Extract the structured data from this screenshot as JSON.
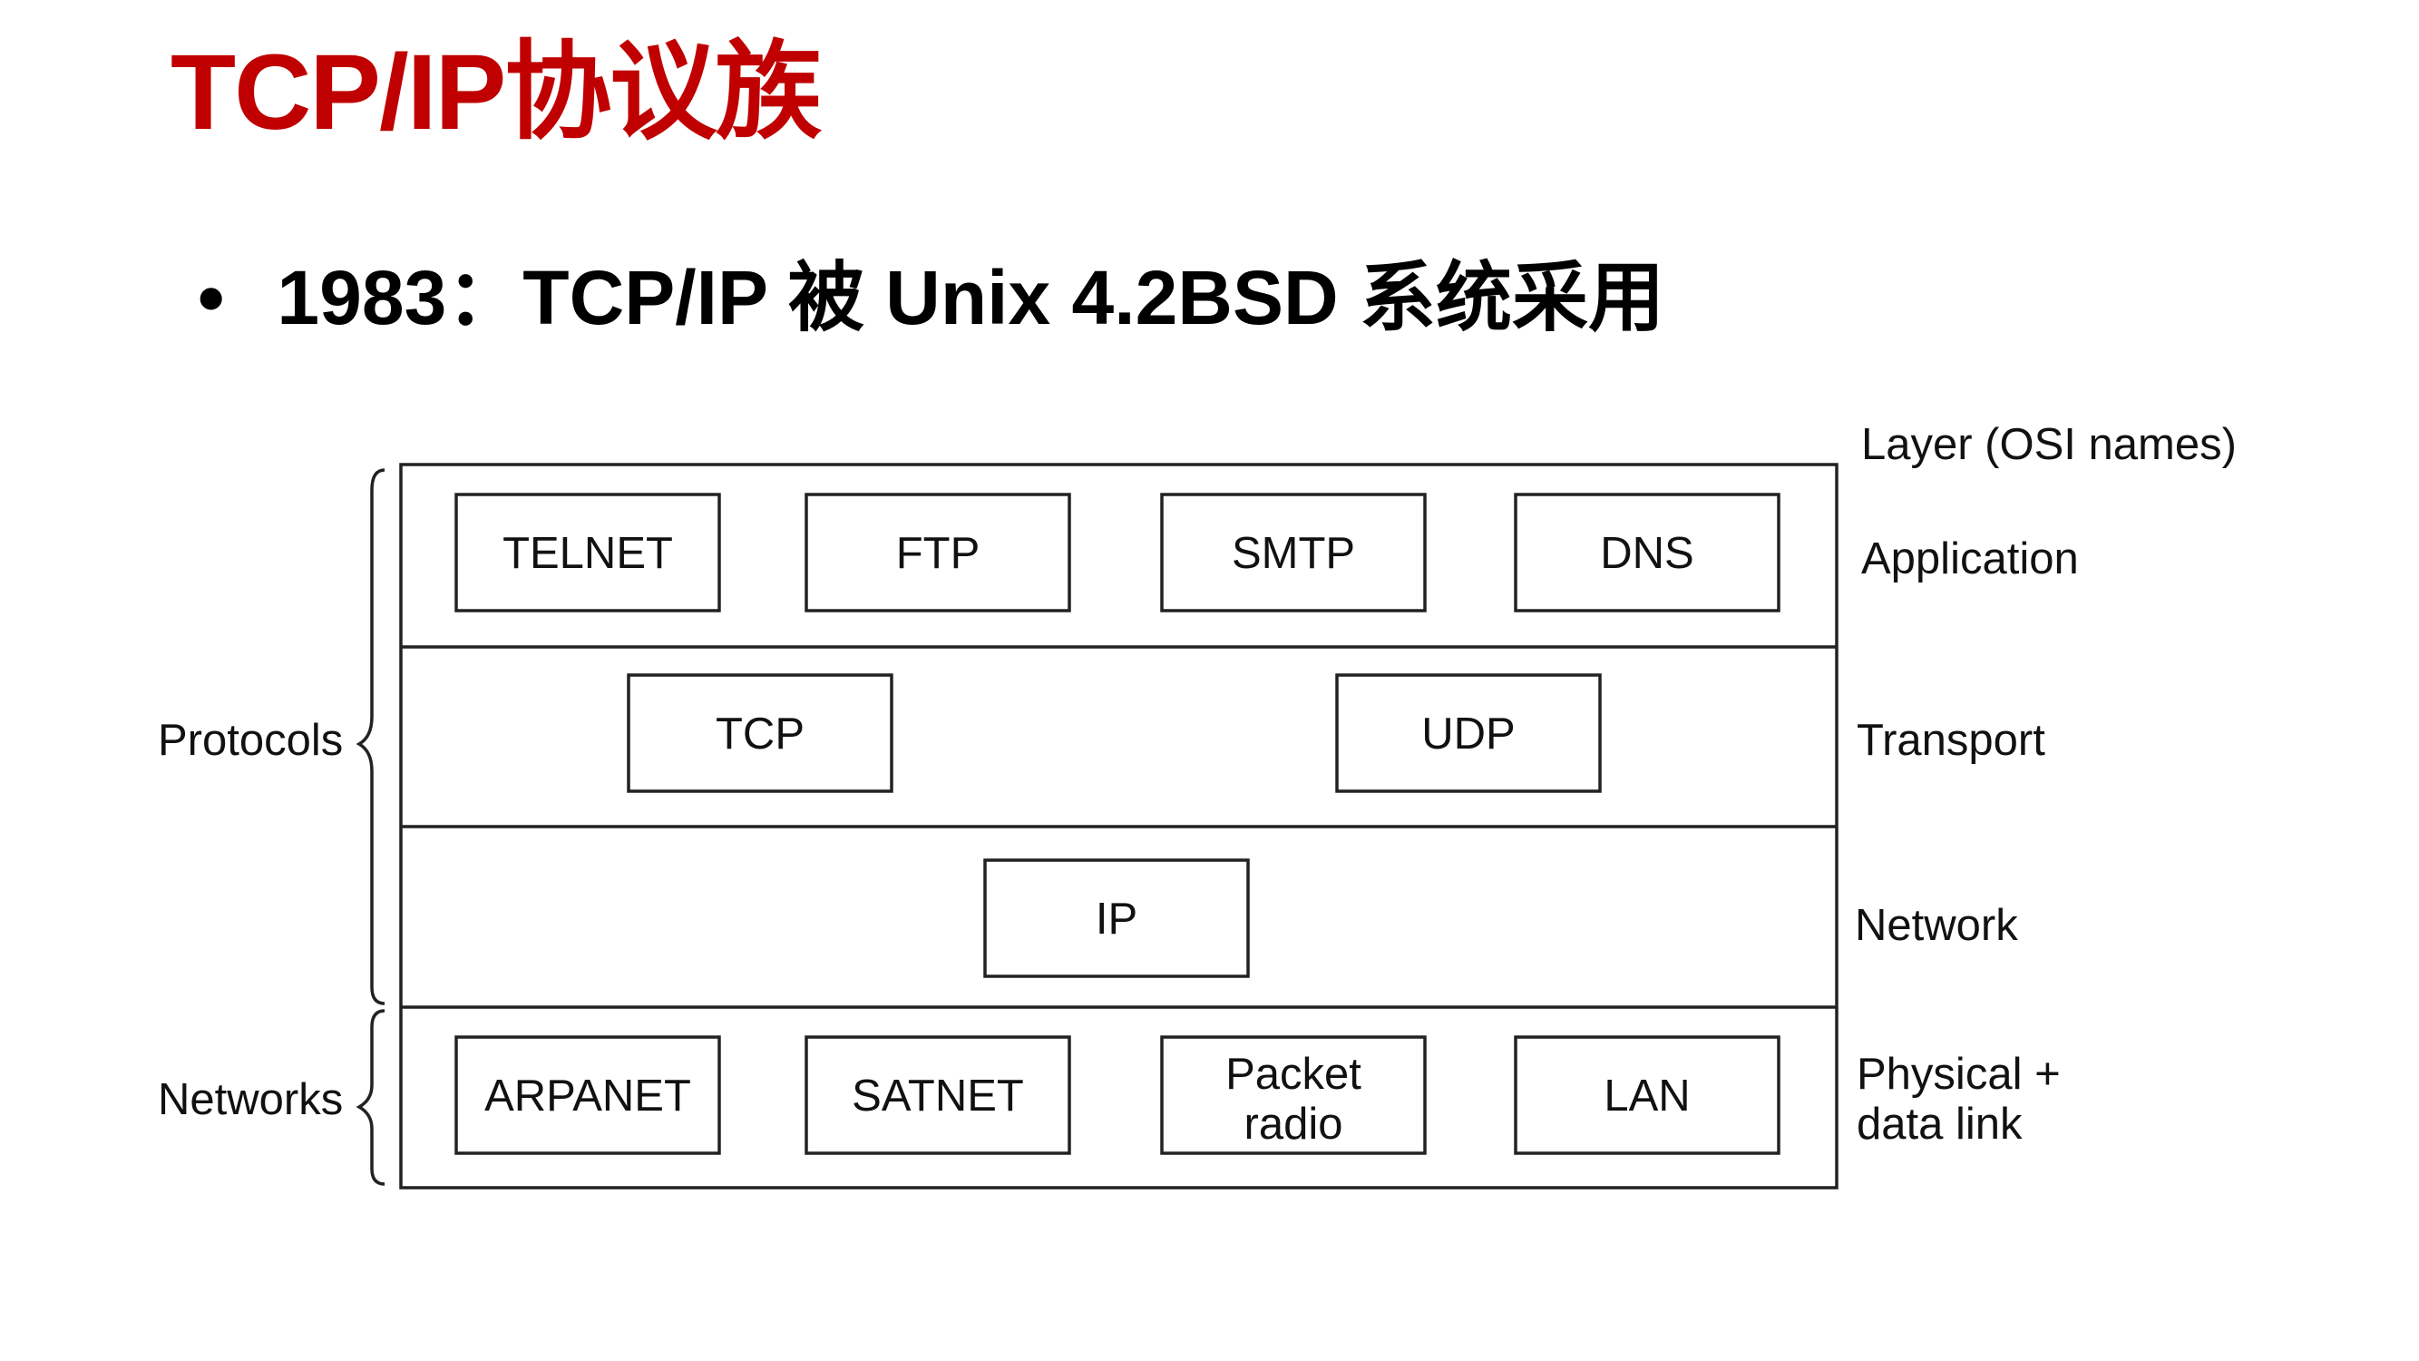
{
  "title": "TCP/IP协议族",
  "bullet": {
    "marker": "•",
    "text": "1983：TCP/IP 被 Unix 4.2BSD 系统采用"
  },
  "diagram": {
    "header": "Layer (OSI names)",
    "layers": [
      {
        "name": "Application",
        "protocols": [
          "TELNET",
          "FTP",
          "SMTP",
          "DNS"
        ]
      },
      {
        "name": "Transport",
        "protocols": [
          "TCP",
          "UDP"
        ]
      },
      {
        "name": "Network",
        "protocols": [
          "IP"
        ]
      },
      {
        "name": "Physical + data link",
        "name_lines": [
          "Physical +",
          "data link"
        ],
        "protocols": [
          "ARPANET",
          "SATNET",
          "Packet radio",
          "LAN"
        ],
        "protocol_lines": [
          [
            "ARPANET"
          ],
          [
            "SATNET"
          ],
          [
            "Packet",
            "radio"
          ],
          [
            "LAN"
          ]
        ]
      }
    ],
    "groups": [
      {
        "label": "Protocols",
        "layers": [
          "Application",
          "Transport",
          "Network"
        ]
      },
      {
        "label": "Networks",
        "layers": [
          "Physical + data link"
        ]
      }
    ]
  },
  "colors": {
    "title": "#c00000",
    "text": "#000000",
    "line": "#222222"
  }
}
